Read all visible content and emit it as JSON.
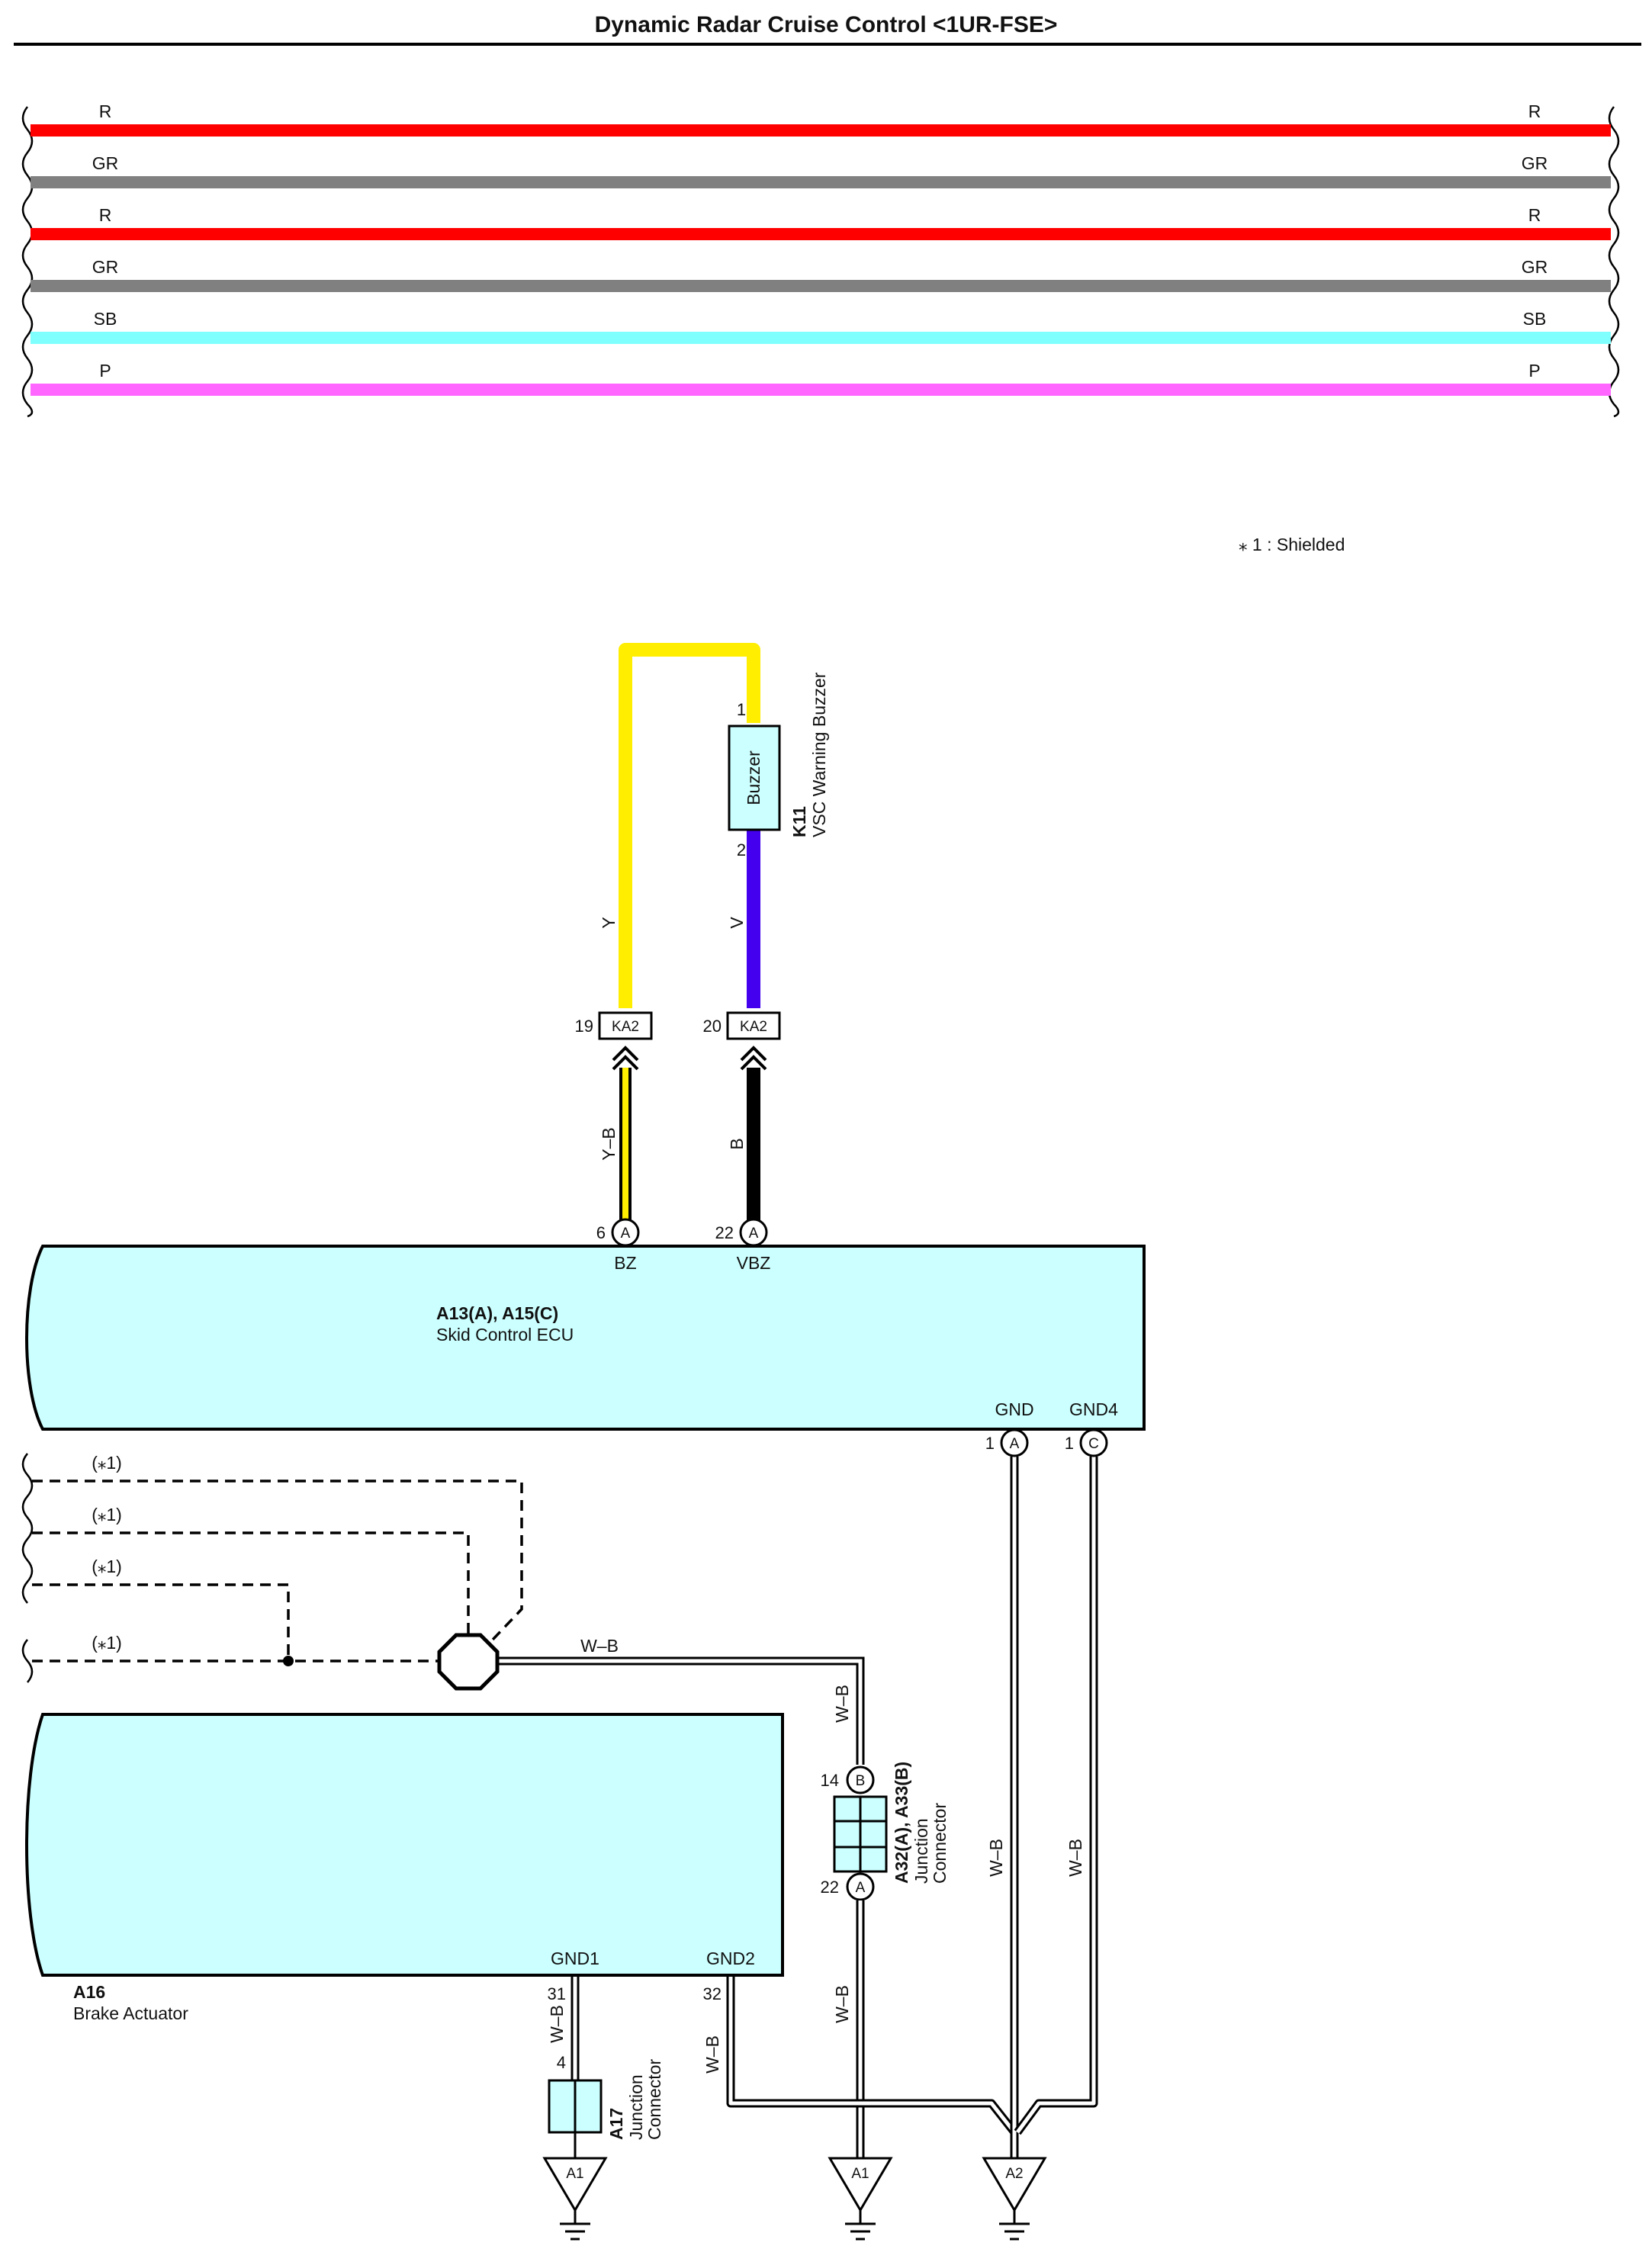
{
  "title": "Dynamic Radar Cruise Control <1UR-FSE>",
  "colors": {
    "R": "#ff0000",
    "GR": "#808080",
    "SB": "#80ffff",
    "P": "#ff66ff",
    "Y": "#ffee00",
    "V": "#4400ee",
    "B": "#000000",
    "component_fill": "#ccffff"
  },
  "top_wires": [
    {
      "left_label": "R",
      "right_label": "R",
      "color": "R"
    },
    {
      "left_label": "GR",
      "right_label": "GR",
      "color": "GR"
    },
    {
      "left_label": "R",
      "right_label": "R",
      "color": "R"
    },
    {
      "left_label": "GR",
      "right_label": "GR",
      "color": "GR"
    },
    {
      "left_label": "SB",
      "right_label": "SB",
      "color": "SB"
    },
    {
      "left_label": "P",
      "right_label": "P",
      "color": "P"
    }
  ],
  "note": "⁎ 1 : Shielded",
  "buzzer": {
    "code": "K11",
    "name": "VSC Warning Buzzer",
    "label": "Buzzer",
    "pin_top": "1",
    "pin_bottom": "2"
  },
  "wire_labels": {
    "y": "Y",
    "v": "V",
    "yb": "Y–B",
    "b": "B",
    "wb": "W–B"
  },
  "ka2": [
    {
      "pin": "19",
      "label": "KA2"
    },
    {
      "pin": "20",
      "label": "KA2"
    }
  ],
  "skid_ecu": {
    "code": "A13(A), A15(C)",
    "name": "Skid Control ECU",
    "terminals": [
      {
        "pin": "6",
        "conn": "A",
        "name": "BZ"
      },
      {
        "pin": "22",
        "conn": "A",
        "name": "VBZ"
      },
      {
        "pin": "1",
        "conn": "A",
        "name": "GND"
      },
      {
        "pin": "1",
        "conn": "C",
        "name": "GND4"
      }
    ]
  },
  "shielded_labels": [
    "(⁎1)",
    "(⁎1)",
    "(⁎1)",
    "(⁎1)"
  ],
  "brake_actuator": {
    "code": "A16",
    "name": "Brake Actuator",
    "terminals": [
      {
        "pin": "31",
        "name": "GND1"
      },
      {
        "pin": "32",
        "name": "GND2"
      }
    ]
  },
  "junction_a32": {
    "code": "A32(A), A33(B)",
    "name_line1": "Junction",
    "name_line2": "Connector",
    "pin_top": "14",
    "conn_top": "B",
    "pin_bottom": "22",
    "conn_bottom": "A"
  },
  "junction_a17": {
    "code": "A17",
    "name_line1": "Junction",
    "name_line2": "Connector",
    "pin": "4"
  },
  "grounds": [
    "A1",
    "A1",
    "A2"
  ]
}
